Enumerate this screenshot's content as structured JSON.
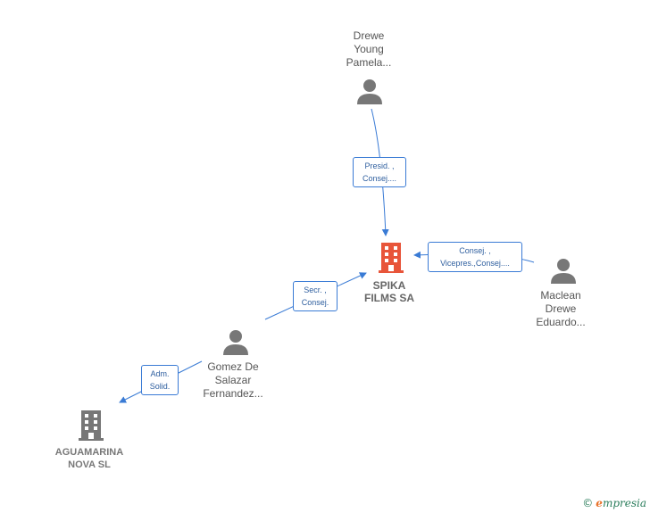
{
  "nodes": {
    "center": {
      "line1": "SPIKA",
      "line2": "FILMS SA"
    },
    "drewe": {
      "line1": "Drewe",
      "line2": "Young",
      "line3": "Pamela..."
    },
    "maclean": {
      "line1": "Maclean",
      "line2": "Drewe",
      "line3": "Eduardo..."
    },
    "gomez": {
      "line1": "Gomez De",
      "line2": "Salazar",
      "line3": "Fernandez..."
    },
    "aguamarina": {
      "line1": "AGUAMARINA",
      "line2": "NOVA SL"
    }
  },
  "edges": {
    "drewe_to_center": {
      "line1": "Presid. ,",
      "line2": "Consej...."
    },
    "maclean_to_center": {
      "line1": "Consej. ,",
      "line2": "Vicepres.,Consej...."
    },
    "gomez_to_center": {
      "line1": "Secr. ,",
      "line2": "Consej."
    },
    "gomez_to_aguamarina": {
      "line1": "Adm.",
      "line2": "Solid."
    }
  },
  "brand": {
    "symbol": "©",
    "initial": "e",
    "rest": "mpresia"
  },
  "colors": {
    "center_icon": "#e8553a",
    "person_icon": "#777777",
    "company_icon": "#777777",
    "edge": "#3a7bd5"
  }
}
